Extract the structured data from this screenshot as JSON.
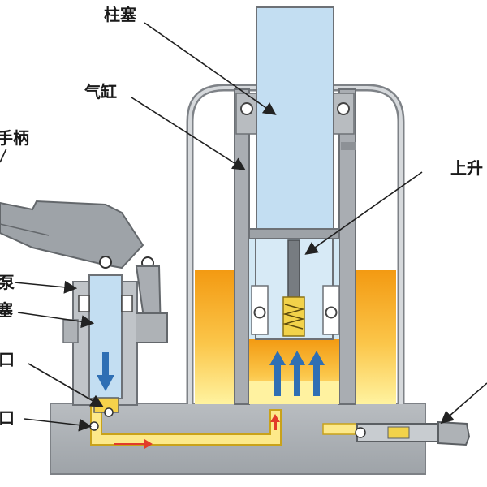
{
  "labels": {
    "plunger": "柱塞",
    "cylinder": "气缸",
    "handle": "手柄",
    "pump": "泵",
    "pump_piston": "塞",
    "inlet": "口",
    "outlet": "口",
    "lift": "上升"
  },
  "colors": {
    "steel_dark": "#6e7278",
    "steel": "#a3a8ad",
    "steel_light": "#cfd3d6",
    "piston_blue": "#c3def2",
    "oil_orange": "#f3a21b",
    "oil_yellow": "#fde27a",
    "oil_light": "#fff6b0",
    "arrow_blue": "#2f6fb4",
    "arrow_red": "#e23b2a"
  }
}
